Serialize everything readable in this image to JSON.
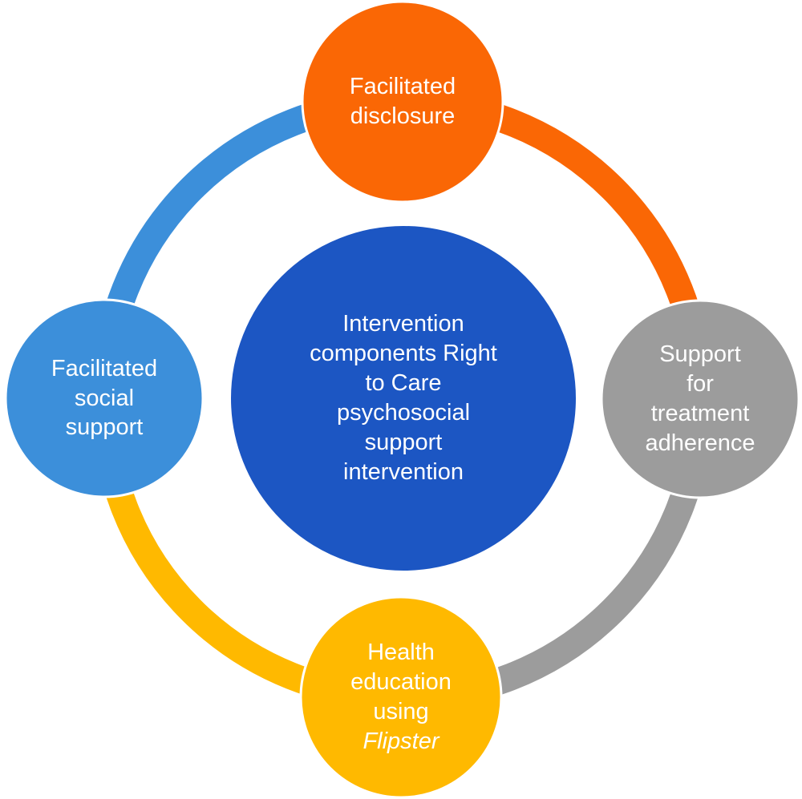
{
  "center": {
    "lines": [
      "Intervention",
      "components Right",
      "to Care",
      "psychosocial",
      "support",
      "intervention"
    ],
    "color": "#1C56C3"
  },
  "components": [
    {
      "id": "top",
      "lines": [
        "Facilitated",
        "disclosure"
      ],
      "color": "#FA6705"
    },
    {
      "id": "right",
      "lines": [
        "Support",
        "for",
        "treatment",
        "adherence"
      ],
      "color": "#9C9C9C"
    },
    {
      "id": "bottom",
      "lines": [
        "Health",
        "education",
        "using"
      ],
      "italic_line": "Flipster",
      "color": "#FFB900"
    },
    {
      "id": "left",
      "lines": [
        "Facilitated",
        "social",
        "support"
      ],
      "color": "#3C8FDA"
    }
  ]
}
